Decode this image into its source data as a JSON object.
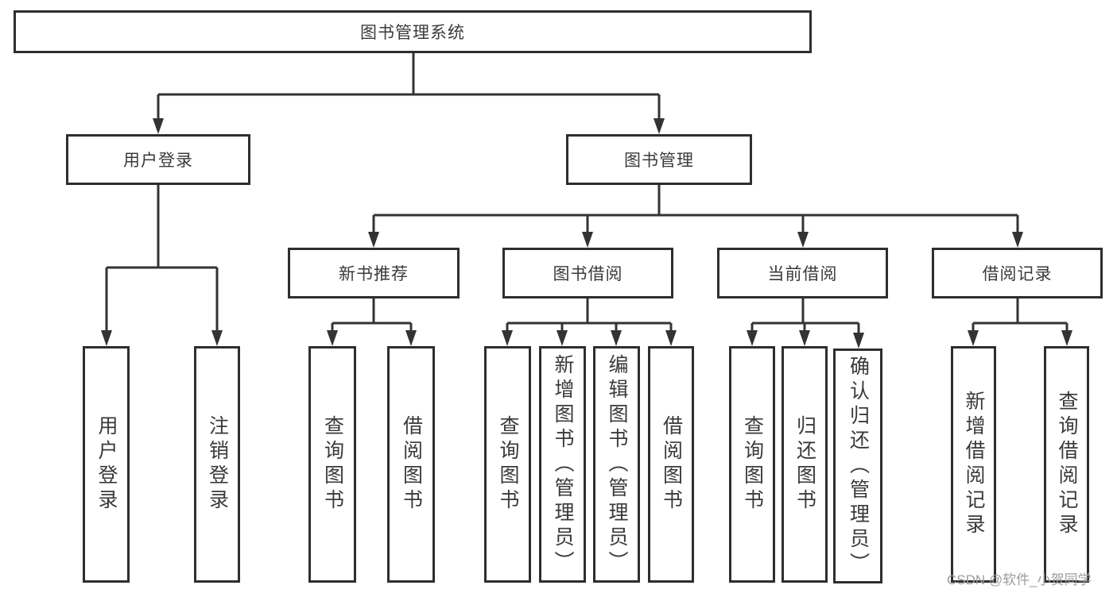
{
  "diagram_title": "图书管理系统",
  "tree": {
    "root": {
      "label": "图书管理系统"
    },
    "branches": [
      {
        "label": "用户登录",
        "children": [
          {
            "label": "用户登录"
          },
          {
            "label": "注销登录"
          }
        ]
      },
      {
        "label": "图书管理",
        "groups": [
          {
            "label": "新书推荐",
            "children": [
              {
                "label": "查询图书"
              },
              {
                "label": "借阅图书"
              }
            ]
          },
          {
            "label": "图书借阅",
            "children": [
              {
                "label": "查询图书"
              },
              {
                "label": "新增图书（管理员）"
              },
              {
                "label": "编辑图书（管理员）"
              },
              {
                "label": "借阅图书"
              }
            ]
          },
          {
            "label": "当前借阅",
            "children": [
              {
                "label": "查询图书"
              },
              {
                "label": "归还图书"
              },
              {
                "label": "确认归还（管理员）"
              }
            ]
          },
          {
            "label": "借阅记录",
            "children": [
              {
                "label": "新增借阅记录"
              },
              {
                "label": "查询借阅记录"
              }
            ]
          }
        ]
      }
    ]
  },
  "watermark": "CSDN @软件_小贺同学",
  "colors": {
    "line": "#333333",
    "box_border": "#2e2e2e",
    "box_background": "#ffffff",
    "text": "#3a3a3a",
    "watermark": "#9c9c9c"
  }
}
